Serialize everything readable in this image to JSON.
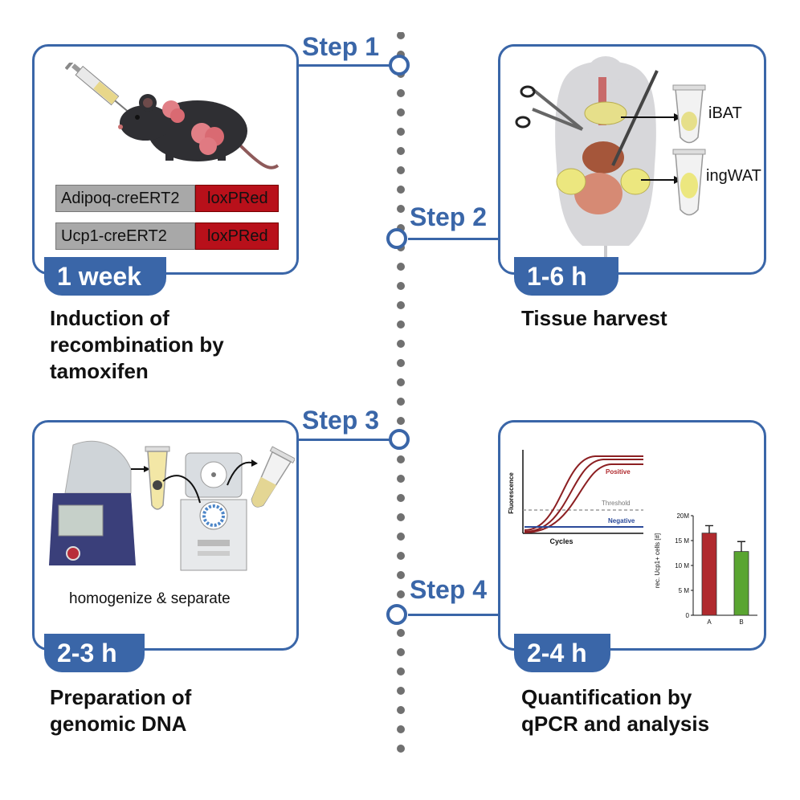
{
  "steps": [
    {
      "label": "Step 1",
      "duration": "1 week",
      "desc_lines": [
        "Induction of",
        "recombination by",
        "tamoxifen"
      ]
    },
    {
      "label": "Step 2",
      "duration": "1-6 h",
      "desc_lines": [
        "Tissue harvest"
      ]
    },
    {
      "label": "Step 3",
      "duration": "2-3 h",
      "desc_lines": [
        "Preparation of",
        "genomic DNA"
      ]
    },
    {
      "label": "Step 4",
      "duration": "2-4 h",
      "desc_lines": [
        "Quantification by",
        "qPCR and analysis"
      ]
    }
  ],
  "genotypes": [
    {
      "driver": "Adipoq-creERT2",
      "reporter": "loxPRed"
    },
    {
      "driver": "Ucp1-creERT2",
      "reporter": "loxPRed"
    }
  ],
  "tissues": {
    "ibat": "iBAT",
    "ingwat": "ingWAT"
  },
  "homogenize_caption": "homogenize & separate",
  "qpcr": {
    "ylabel": "Fluorescence",
    "xlabel": "Cycles",
    "positive": "Positive",
    "threshold": "Threshold",
    "negative": "Negative"
  },
  "colors": {
    "accent": "#3a66a8",
    "reporter": "#b8101a",
    "bar_a": "#b02a2e",
    "bar_b": "#5aa531"
  },
  "chart_data": {
    "type": "bar",
    "categories": [
      "A",
      "B"
    ],
    "values": [
      16.5,
      12.8
    ],
    "errors": [
      1.5,
      2.0
    ],
    "ylabel": "rec. Ucp1+ cells [#]",
    "ylim": [
      0,
      20
    ],
    "yticks": [
      "0",
      "5 M",
      "10 M",
      "15 M",
      "20M"
    ],
    "grid": false
  }
}
